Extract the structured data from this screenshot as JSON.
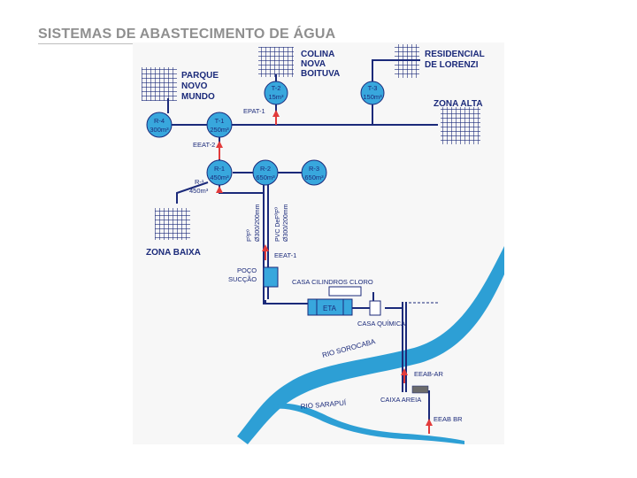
{
  "slide": {
    "title": "SISTEMAS DE ABASTECIMENTO DE ÁGUA"
  },
  "colors": {
    "background": "#f7f7f7",
    "pipe": "#1b2a7a",
    "river": "#2d9fd5",
    "reservoir": "#38a7dd",
    "pump_arrow": "#e23b3b",
    "grid": "#1b2a7a"
  },
  "areas": {
    "parque_novo_mundo": [
      "PARQUE",
      "NOVO",
      "MUNDO"
    ],
    "colina_nova_boituva": [
      "COLINA",
      "NOVA",
      "BOITUVA"
    ],
    "residencial_de_lorenzi": [
      "RESIDENCIAL",
      "DE LORENZI"
    ],
    "zona_alta": "ZONA ALTA",
    "zona_baixa": "ZONA BAIXA"
  },
  "reservoirs": {
    "r4": {
      "id": "R-4",
      "cap": "300m³"
    },
    "t1": {
      "id": "T-1",
      "cap": "250m³"
    },
    "t2": {
      "id": "T-2",
      "cap": "15m³"
    },
    "t3": {
      "id": "T-3",
      "cap": "150m³"
    },
    "r1": {
      "id": "R-1",
      "cap": "450m³"
    },
    "r2": {
      "id": "R-2",
      "cap": "650m³"
    },
    "r3": {
      "id": "R-3",
      "cap": "650m³"
    }
  },
  "stations": {
    "epat1": "EPAT-1",
    "eeat2": "EEAT-2",
    "eeat1": "EEAT-1",
    "eeab_ar": "EEAB-AR",
    "eeab_br": "EEAB BR"
  },
  "labels": {
    "r1_side": [
      "R-¹",
      "450m³"
    ],
    "pipe_fofo": [
      "FºFº",
      "Ø300/200mm"
    ],
    "pipe_pvc": [
      "PVC DeFºFº",
      "Ø300/200mm"
    ],
    "poco_succao": [
      "POÇO",
      "SUCÇÃO"
    ],
    "casa_cilindros_cloro": "CASA CILINDROS CLORO",
    "eta": "ETA",
    "casa_quimica": "CASA QUÍMICA",
    "caixa_areia": "CAIXA AREIA",
    "rio_sorocaba": "RIO SOROCABA",
    "rio_sarapui": "RIO SARAPUÍ"
  }
}
